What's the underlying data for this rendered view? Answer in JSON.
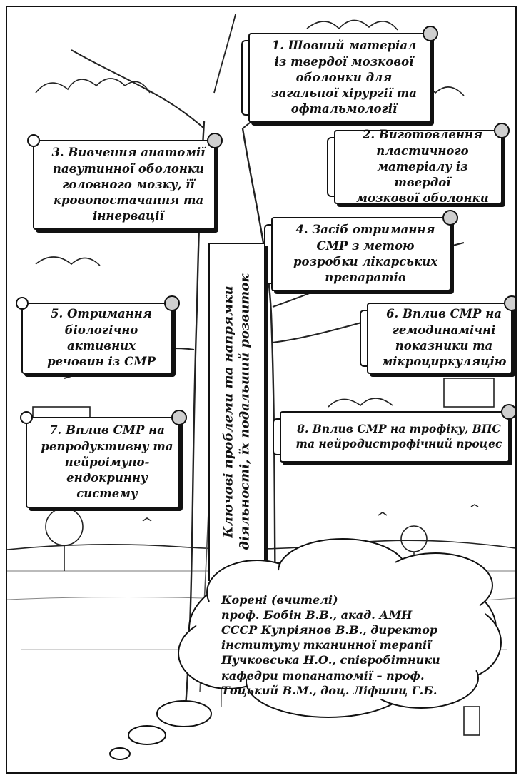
{
  "title": "Ключові проблеми та напрямки\nдіяльності, їх подальший розвиток",
  "scrolls": [
    {
      "label": "1. Шовний матеріал\nіз твердої мозкової\nоболонки для\nзагальної хірургії та\nофтальмології"
    },
    {
      "label": "2. Виготовлення\nпластичного\nматеріалу із твердої\nмозкової оболонки"
    },
    {
      "label": "3. Вивчення анатомії\nпавутинної оболонки\nголовного мозку, її\nкровопостачання та\nіннервації"
    },
    {
      "label": "4. Засіб отримання\nСМР з метою\nрозробки лікарських\nпрепаратів"
    },
    {
      "label": "5. Отримання\nбіологічно\nактивних\nречовин із СМР"
    },
    {
      "label": "6. Вплив СМР на\nгемодинамічні\nпоказники та\nмікроциркуляцію"
    },
    {
      "label": "7. Вплив СМР на\nрепродуктивну та\nнейроімуно-\nендокринну\nсистему"
    },
    {
      "label": "8. Вплив СМР на трофіку, ВПС\nта нейродистрофічний процес"
    }
  ],
  "roots": "Корені (вчителі)\nпроф. Бобін В.В., акад. АМН\nСССР Купріянов В.В., директор\nінституту тканинної терапії\nПучковська Н.О., співробітники\nкафедри топанатомії – проф.\nТоцький В.М., доц. Ліфшиц Г.Б."
}
